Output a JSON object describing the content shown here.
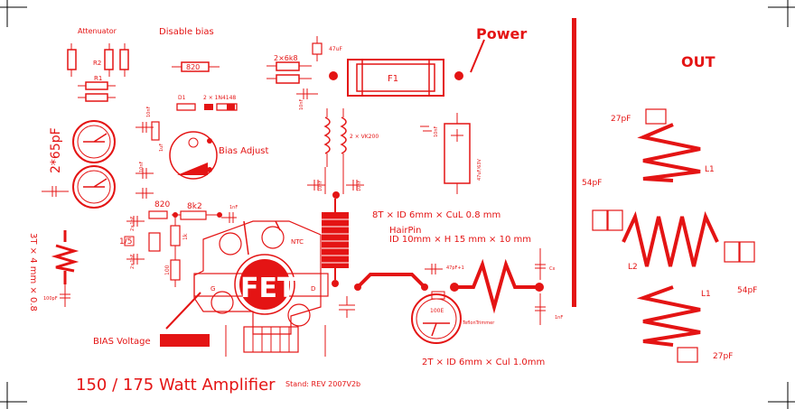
{
  "title": "150 / 175 Watt Amplifier",
  "revision": "Stand: REV 2007V2b",
  "labels": {
    "attenuator": "Attenuator",
    "disable_bias": "Disable bias",
    "r2": "R2",
    "r1": "R1",
    "r820_top": "820",
    "power": "Power",
    "f1": "F1",
    "two_6k8": "2×6k8",
    "c47uf_top": "47uF",
    "c10nf_a": "10nF",
    "out": "OUT",
    "d1": "D1",
    "two_1n4148": "2 × 1N4148",
    "two_65pf": "2*65pF",
    "bias_adjust": "Bias Adjust",
    "two_vk200": "2 × VK200",
    "c10nf_b": "10nF",
    "c47uf_63v": "47uF/63V",
    "c10nf_c": "10nF",
    "c1uf": "1uF",
    "c27pf_top": "27pF",
    "l1_top": "L1",
    "c54pf_left": "54pF",
    "c10nf_d": "10nF",
    "c10nf_e": "10nF",
    "c10nf_f": "10nF",
    "r820_mid": "820",
    "r8k2": "8k2",
    "c1nf_a": "1nF",
    "c2x1nf_a": "2×1nF",
    "r1_5": "1/5",
    "c2x1nf_b": "2×1nF",
    "r1k": "1k",
    "r100": "100",
    "ntc": "NTC",
    "inductor_8t": "8T × ID 6mm × CuL 0.8 mm",
    "hairpin": "HairPin",
    "hairpin_dims": "ID 10mm × H 15 mm × 10 mm",
    "three_t": "3T × 4 mm × 0.8",
    "c100pf": "100pF",
    "c47pf": "47pF+1",
    "cx": "Cx",
    "l2": "L2",
    "c54pf_right": "54pF",
    "fet": "FET",
    "gate": "G",
    "drain": "D",
    "r100e": "100E",
    "teflon_trimmer": "TeflonTrimmer",
    "c1nf_b": "1nF",
    "l1_bottom": "L1",
    "bias_voltage": "BIAS Voltage",
    "two_t": "2T × ID 6mm × Cul 1.0mm",
    "c27pf_bottom": "27pF"
  },
  "colors": {
    "trace": "#e41414",
    "outline": "#000000",
    "background": "#ffffff"
  }
}
